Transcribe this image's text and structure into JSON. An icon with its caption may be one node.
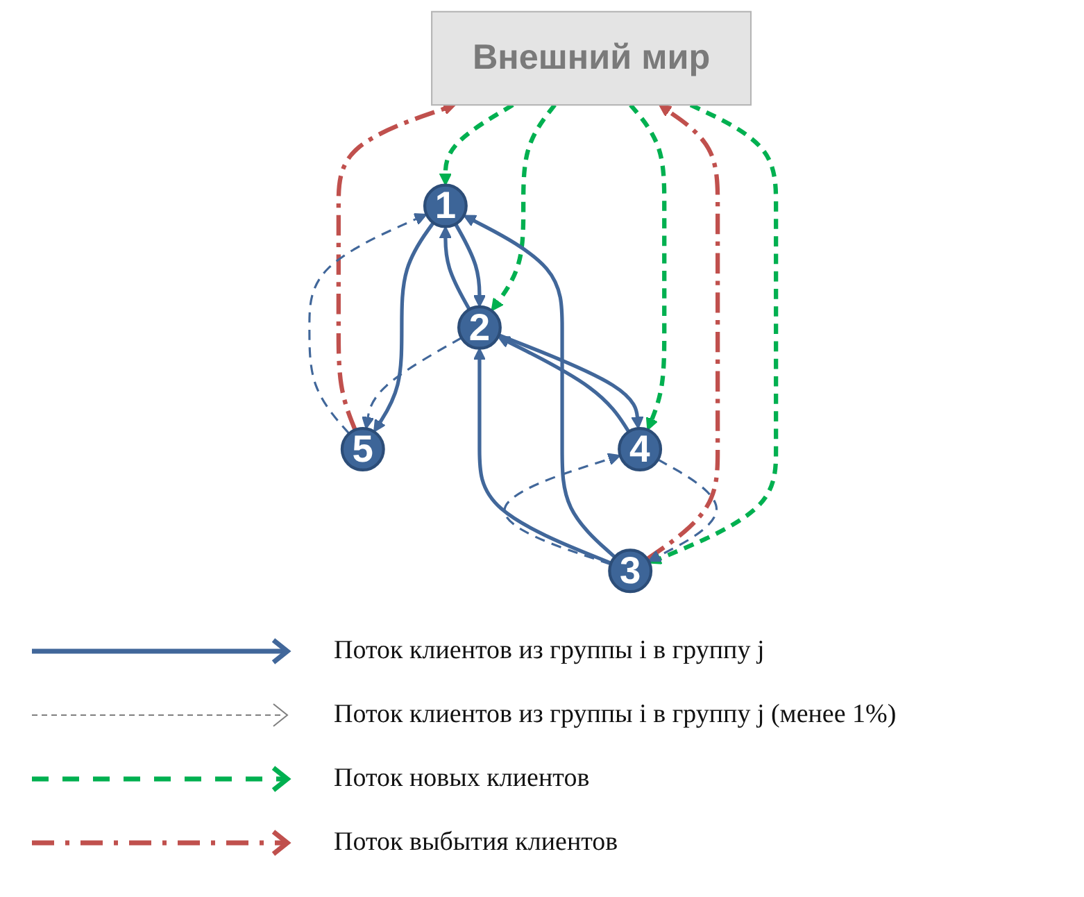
{
  "diagram": {
    "nodes": [
      {
        "text": [
          "Внешний мир"
        ]
      },
      {
        "text": [
          "1"
        ]
      },
      {
        "text": [
          "3"
        ]
      },
      {
        "text": [
          "5"
        ]
      },
      {
        "text": [
          "2"
        ]
      },
      {
        "text": [
          "4"
        ]
      }
    ],
    "edges": [
      {
        "from": 0,
        "to": 1,
        "arrow": "to",
        "style": "dashed",
        "color": "#00b050"
      },
      {
        "from": 0,
        "to": 4,
        "arrow": "to",
        "style": "dashed",
        "color": "#00b050"
      },
      {
        "from": 0,
        "to": 2,
        "arrow": "to",
        "style": "dashed",
        "color": "#00b050"
      },
      {
        "from": 0,
        "to": 5,
        "arrow": "to",
        "style": "dashed",
        "color": "#00b050"
      },
      {
        "from": 3,
        "to": 0,
        "arrow": "to",
        "style": "dashed",
        "color": "#c0504d"
      },
      {
        "from": 2,
        "to": 0,
        "arrow": "to",
        "style": "dashed",
        "color": "#c0504d"
      },
      {
        "from": 2,
        "to": 1,
        "arrow": "to"
      },
      {
        "from": 1,
        "to": 3,
        "arrow": "to"
      },
      {
        "from": 3,
        "to": 1,
        "arrow": "to",
        "style": "dashed"
      },
      {
        "from": 1,
        "to": 4,
        "arrow": "to"
      },
      {
        "from": 4,
        "to": 1,
        "arrow": "to"
      },
      {
        "from": 2,
        "to": 4,
        "arrow": "to"
      },
      {
        "from": 4,
        "to": 5,
        "arrow": "to"
      },
      {
        "from": 5,
        "to": 4,
        "arrow": "to"
      },
      {
        "from": 4,
        "to": 3,
        "arrow": "to",
        "style": "dashed"
      },
      {
        "from": 2,
        "to": 5,
        "arrow": "to",
        "style": "dashed"
      },
      {
        "from": 5,
        "to": 2,
        "arrow": "to",
        "style": "dashed"
      }
    ],
    "legend": [
      {
        "text": "Поток клиентов из группы i в группу j"
      },
      {
        "text": "Поток клиентов из группы i в группу j (менее 1%)"
      },
      {
        "text": "Поток новых клиентов"
      },
      {
        "text": "Поток выбытия клиентов"
      }
    ]
  }
}
